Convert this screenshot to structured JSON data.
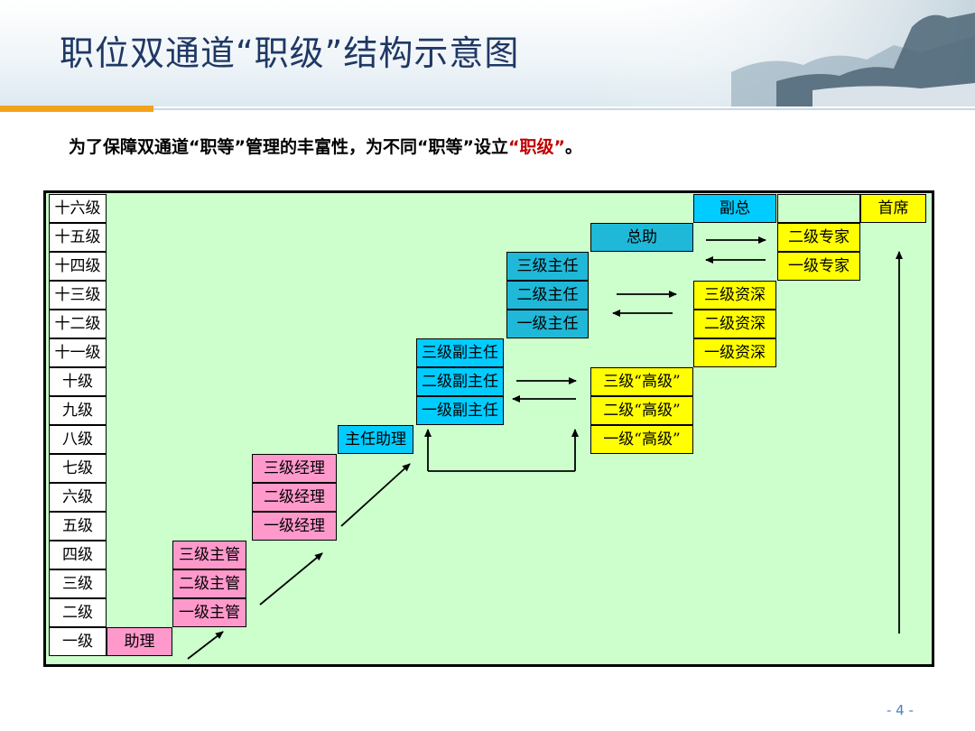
{
  "title": "职位双通道“职级”结构示意图",
  "subtitle": {
    "prefix": "为了保障双通道“职等”管理的丰富性，为不同“职等”设立",
    "highlight": "“职级”",
    "suffix": "。"
  },
  "levels": [
    "十六级",
    "十五级",
    "十四级",
    "十三级",
    "十二级",
    "十一级",
    "十级",
    "九级",
    "八级",
    "七级",
    "六级",
    "五级",
    "四级",
    "三级",
    "二级",
    "一级"
  ],
  "positions": {
    "assistant": "助理",
    "supervisor": [
      "三级主管",
      "二级主管",
      "一级主管"
    ],
    "manager": [
      "三级经理",
      "二级经理",
      "一级经理"
    ],
    "director_assistant": "主任助理",
    "deputy_director": [
      "三级副主任",
      "二级副主任",
      "一级副主任"
    ],
    "director": [
      "三级主任",
      "二级主任",
      "一级主任"
    ],
    "general_assistant": "总助",
    "vice_president": "副总"
  },
  "expert_track": {
    "senior": [
      "三级“高级”",
      "二级“高级”",
      "一级“高级”"
    ],
    "veteran": [
      "三级资深",
      "二级资深",
      "一级资深"
    ],
    "expert": [
      "二级专家",
      "一级专家"
    ],
    "chief": "首席"
  },
  "colors": {
    "title": "#1f3864",
    "accent": "#f2a31b",
    "highlight": "#c00000",
    "diagram_bg": "#ccffcc",
    "pink": "#ff99cc",
    "cyan": "#00ccff",
    "yellow": "#ffff00"
  },
  "page_number": "- 4 -"
}
